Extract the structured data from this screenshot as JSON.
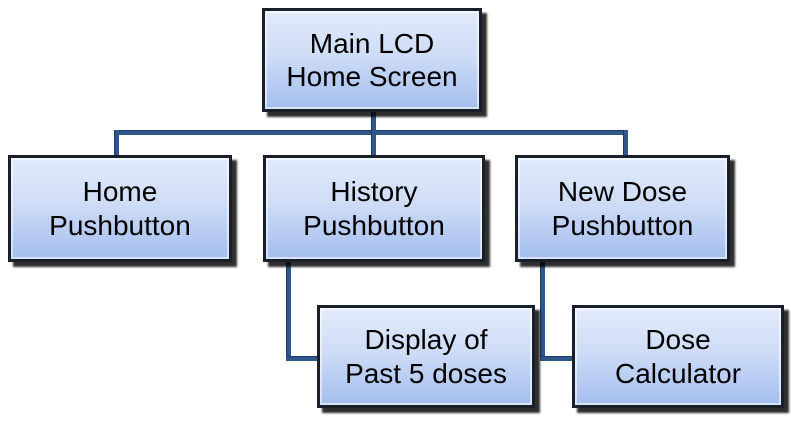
{
  "diagram": {
    "type": "hierarchy-flowchart",
    "nodes": [
      {
        "id": "main-lcd-home-screen",
        "label": "Main LCD\nHome Screen"
      },
      {
        "id": "home-pushbutton",
        "label": "Home\nPushbutton"
      },
      {
        "id": "history-pushbutton",
        "label": "History\nPushbutton"
      },
      {
        "id": "new-dose-pushbutton",
        "label": "New Dose\nPushbutton"
      },
      {
        "id": "display-of-past-5-doses",
        "label": "Display of\nPast 5 doses"
      },
      {
        "id": "dose-calculator",
        "label": "Dose\nCalculator"
      }
    ],
    "edges": [
      {
        "from": "main-lcd-home-screen",
        "to": "home-pushbutton"
      },
      {
        "from": "main-lcd-home-screen",
        "to": "history-pushbutton"
      },
      {
        "from": "main-lcd-home-screen",
        "to": "new-dose-pushbutton"
      },
      {
        "from": "history-pushbutton",
        "to": "display-of-past-5-doses"
      },
      {
        "from": "new-dose-pushbutton",
        "to": "dose-calculator"
      }
    ]
  },
  "colors": {
    "node-fill-top": "#e3ebfb",
    "node-fill-mid": "#cedcf6",
    "node-fill-bottom": "#a4beef",
    "node-border": "#191f2b",
    "connector": "#2f5789",
    "connector-edge": "#1c3a66",
    "canvas-bg": "#ffffff"
  }
}
